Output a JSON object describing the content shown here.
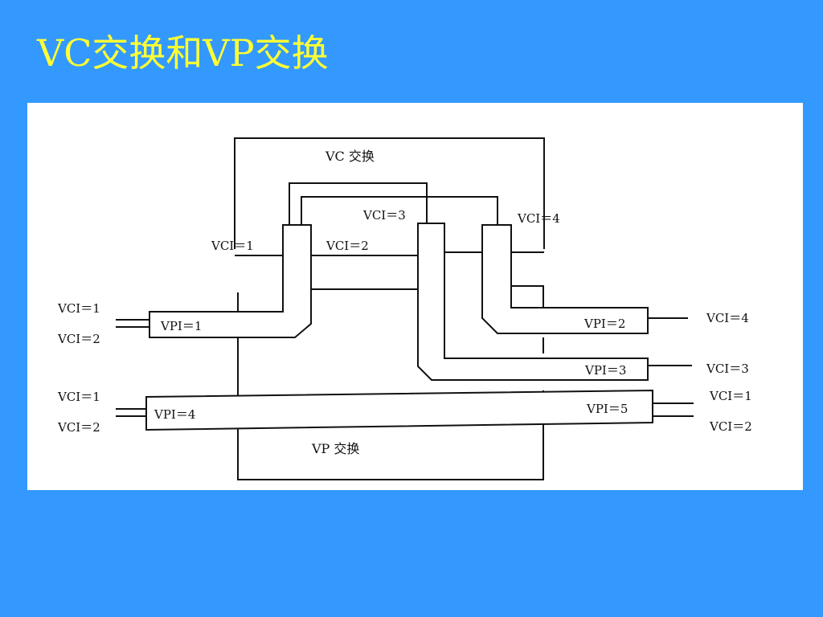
{
  "slide": {
    "title": "VC交换和VP交换",
    "title_color": "#ffff33",
    "background_color": "#3399ff"
  },
  "diagram": {
    "vc_switch_label": "VC 交换",
    "vp_switch_label": "VP 交换",
    "vc_top": {
      "vci_1": "VCI＝1",
      "vci_2": "VCI＝2",
      "vci_3": "VCI＝3",
      "vci_4": "VCI＝4"
    },
    "left": {
      "vpi_1_vci_1": "VCI＝1",
      "vpi_1_vci_2": "VCI＝2",
      "vpi_4_vci_1": "VCI＝1",
      "vpi_4_vci_2": "VCI＝2"
    },
    "right": {
      "vpi_2_vci_4": "VCI＝4",
      "vpi_3_vci_3": "VCI＝3",
      "vpi_5_vci_1": "VCI＝1",
      "vpi_5_vci_2": "VCI＝2"
    },
    "paths": {
      "vpi_1": "VPI＝1",
      "vpi_2": "VPI＝2",
      "vpi_3": "VPI＝3",
      "vpi_4": "VPI＝4",
      "vpi_5": "VPI＝5"
    }
  }
}
